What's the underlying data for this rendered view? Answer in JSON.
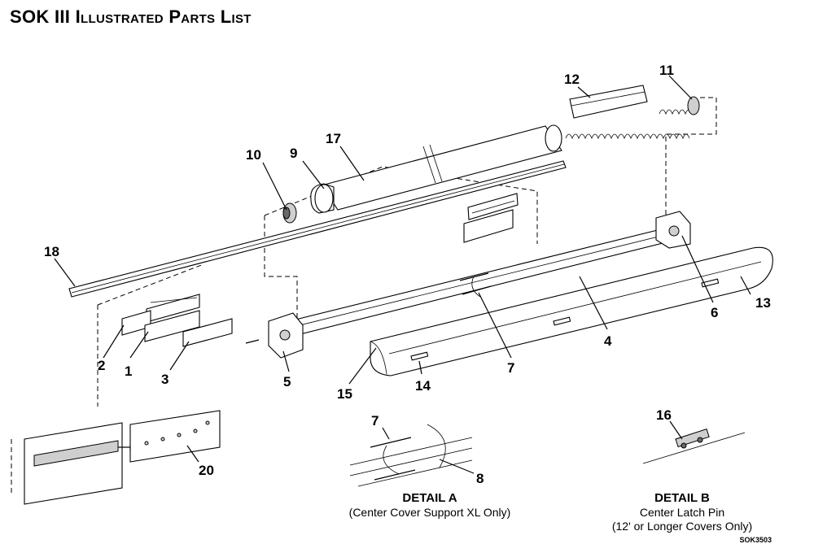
{
  "title": "SOK III Illustrated Parts List",
  "callouts": {
    "c1": "1",
    "c2": "2",
    "c3": "3",
    "c4": "4",
    "c5": "5",
    "c6": "6",
    "c7": "7",
    "c9": "9",
    "c10": "10",
    "c11": "11",
    "c12": "12",
    "c13": "13",
    "c14": "14",
    "c15": "15",
    "c17": "17",
    "c18": "18",
    "c20": "20",
    "detailA_7": "7",
    "detailA_8": "8",
    "detailB_16": "16"
  },
  "detail_a": {
    "title": "DETAIL A",
    "subtitle": "(Center Cover Support XL Only)"
  },
  "detail_b": {
    "title": "DETAIL B",
    "subtitle_line1": "Center Latch Pin",
    "subtitle_line2": "(12' or Longer Covers Only)"
  },
  "drawing_code": "SOK3503"
}
